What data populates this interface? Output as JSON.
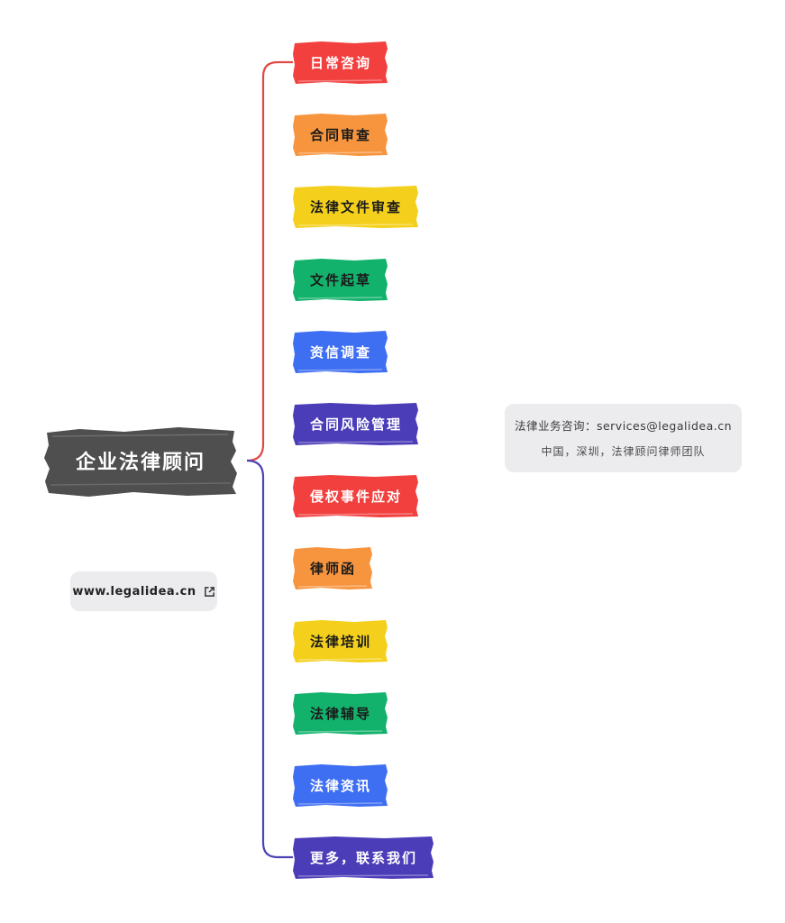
{
  "central_topic": {
    "label": "企业法律顾问",
    "color": "#4f4f4f"
  },
  "branches": [
    {
      "label": "日常咨询",
      "color": "#f2403f",
      "text_color": "#ffffff"
    },
    {
      "label": "合同审查",
      "color": "#f7953f",
      "text_color": "#1a1a1a"
    },
    {
      "label": "法律文件审查",
      "color": "#f4d01c",
      "text_color": "#1a1a1a"
    },
    {
      "label": "文件起草",
      "color": "#13b26c",
      "text_color": "#1a1a1a"
    },
    {
      "label": "资信调查",
      "color": "#3e6ef2",
      "text_color": "#ffffff"
    },
    {
      "label": "合同风险管理",
      "color": "#4b3cb8",
      "text_color": "#ffffff"
    },
    {
      "label": "侵权事件应对",
      "color": "#f2403f",
      "text_color": "#ffffff"
    },
    {
      "label": "律师函",
      "color": "#f7953f",
      "text_color": "#1a1a1a"
    },
    {
      "label": "法律培训",
      "color": "#f4d01c",
      "text_color": "#1a1a1a"
    },
    {
      "label": "法律辅导",
      "color": "#13b26c",
      "text_color": "#1a1a1a"
    },
    {
      "label": "法律资讯",
      "color": "#3e6ef2",
      "text_color": "#ffffff"
    },
    {
      "label": "更多，联系我们",
      "color": "#4b3cb8",
      "text_color": "#ffffff"
    }
  ],
  "contact_note": {
    "line1": "法律业务咨询：services@legalidea.cn",
    "line2": "中国，深圳，法律顾问律师团队"
  },
  "website_note": {
    "url": "www.legalidea.cn",
    "icon": "external-link-icon"
  },
  "connector_colors": {
    "upper": "#e04a45",
    "lower": "#4d44b5"
  }
}
